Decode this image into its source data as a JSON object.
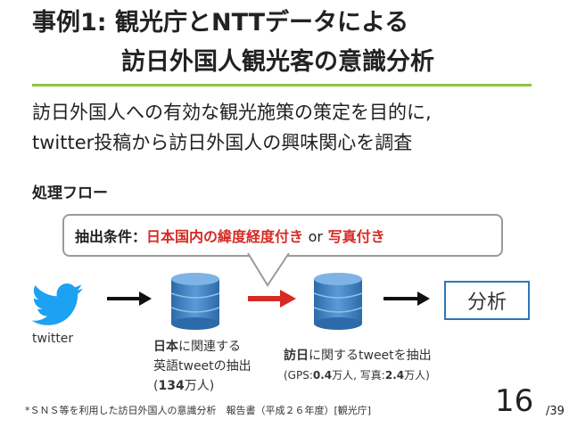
{
  "title": {
    "line1": "事例1: 観光庁とNTTデータによる",
    "line2": "訪日外国人観光客の意識分析"
  },
  "intro": {
    "line1": "訪日外国人への有効な観光施策の策定を目的に,",
    "line2": "twitter投稿から訪日外国人の興味関心を調査"
  },
  "flow": {
    "heading": "処理フロー",
    "condition": {
      "label": "抽出条件：",
      "geo": "日本国内の緯度経度付き",
      "or": "or",
      "photo": "写真付き"
    },
    "twitter_label": "twitter",
    "analysis_label": "分析",
    "db1": {
      "bold1": "日本",
      "text1": "に関連する",
      "line2": "英語tweetの抽出",
      "line3_open": "(",
      "line3_bold": "134",
      "line3_close": "万人)"
    },
    "db2": {
      "bold1": "訪日",
      "text1": "に関するtweetを抽出",
      "gps_prefix": "(GPS:",
      "gps_value": "0.4",
      "gps_unit": "万人, 写真:",
      "photo_value": "2.4",
      "photo_unit": "万人)"
    }
  },
  "footnote": "*ＳＮＳ等を利用した訪日外国人の意識分析　報告書（平成２６年度）[観光庁]",
  "page": {
    "current": "16",
    "total": "/39"
  },
  "colors": {
    "accent_rule": "#8cc53f",
    "highlight_red": "#d62a24",
    "analysis_border": "#2c76b7",
    "twitter_blue": "#1da1f2",
    "db_blue": "#3d7fc0"
  }
}
